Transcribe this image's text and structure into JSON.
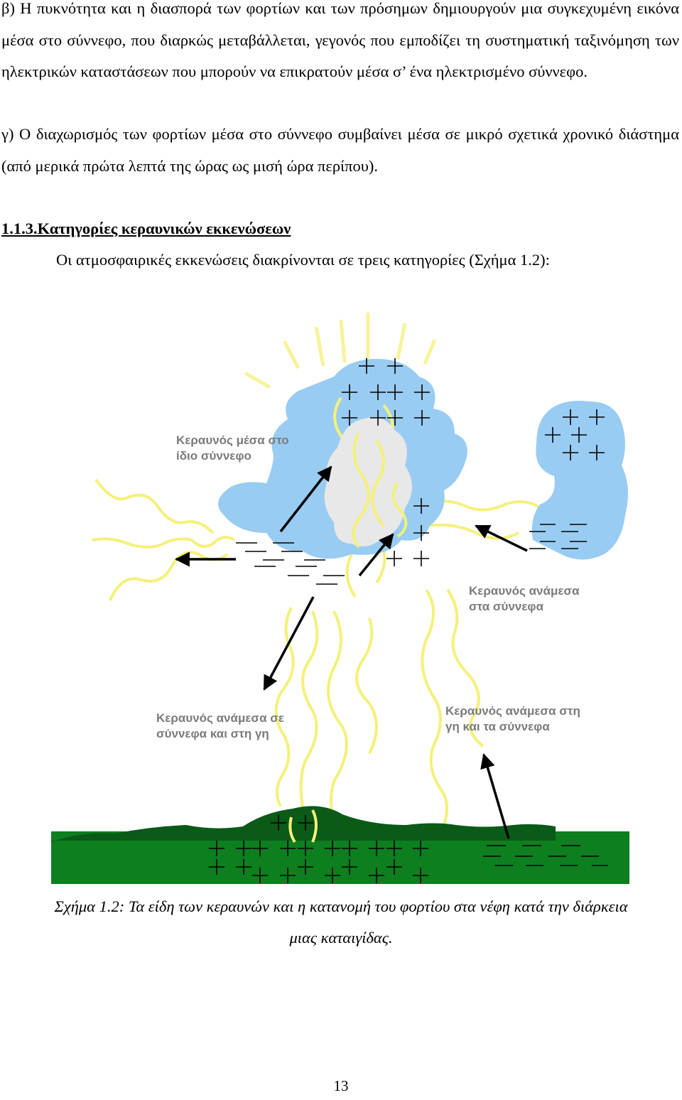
{
  "body": {
    "para_b": "β) Η πυκνότητα και η διασπορά των φορτίων και των πρόσημων δημιουργούν μια συγκεχυμένη εικόνα μέσα στο σύννεφο, που διαρκώς μεταβάλλεται, γεγονός που εμποδίζει τη συστηματική ταξινόμηση των ηλεκτρικών καταστάσεων που μπορούν να επικρατούν μέσα σ’ ένα ηλεκτρισμένο σύννεφο.",
    "para_c": "γ) Ο διαχωρισμός των φορτίων μέσα στο σύννεφο συμβαίνει μέσα σε μικρό σχετικά χρονικό διάστημα (από μερικά πρώτα λεπτά της ώρας ως μισή ώρα περίπου).",
    "heading": "1.1.3.Κατηγορίες κεραυνικών εκκενώσεων",
    "intro": "Οι ατμοσφαιρικές εκκενώσεις διακρίνονται σε τρεις κατηγορίες (Σχήμα 1.2):"
  },
  "figure": {
    "labels": {
      "intra_cloud_1": "Κεραυνός μέσα στο",
      "intra_cloud_2": "ίδιο σύννεφο",
      "cloud_to_cloud_1": "Κεραυνός ανάμεσα",
      "cloud_to_cloud_2": "στα σύννεφα",
      "cloud_to_ground_1": "Κεραυνός ανάμεσα σε",
      "cloud_to_ground_2": "σύννεφα και στη γη",
      "ground_to_cloud_1": "Κεραυνός ανάμεσα στη",
      "ground_to_cloud_2": "γη και τα σύννεφα"
    },
    "colors": {
      "cloud": "#99ccf2",
      "cloud_core": "#e8e8e8",
      "lightning": "#f5f07a",
      "ground": "#0d7f1e",
      "hill": "#0a5a18",
      "label": "#7b7b7b"
    }
  },
  "caption": {
    "line1": "Σχήμα 1.2: Τα είδη των κεραυνών και η κατανομή του φορτίου στα νέφη κατά την διάρκεια",
    "line2": "μιας καταιγίδας."
  },
  "page_number": "13"
}
